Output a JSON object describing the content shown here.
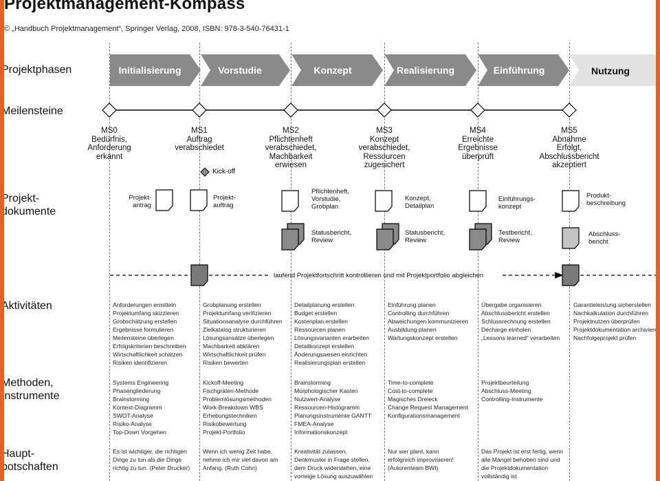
{
  "title": "Projektmanagement-Kompass",
  "source": "© „Handbuch Projektmanagement“, Springer Verlag, 2008, ISBN: 978-3-540-76431-1",
  "rows": {
    "phases": [
      "Projektphasen"
    ],
    "milestones": [
      "Meilensteine"
    ],
    "documents": [
      "Projekt-",
      "dokumente"
    ],
    "activities": [
      "Aktivitäten"
    ],
    "methods": [
      "Methoden,",
      "Instrumente"
    ],
    "messages": [
      "Haupt-",
      "botschaften"
    ]
  },
  "phases": [
    "Initialisierung",
    "Vorstudie",
    "Konzept",
    "Realisierung",
    "Einführung",
    "Nutzung"
  ],
  "milestones": [
    {
      "id": "MS0",
      "lines": [
        "Bedürfnis,",
        "Anforderung",
        "erkannt"
      ]
    },
    {
      "id": "MS1",
      "lines": [
        "Auftrag",
        "verabschiedet"
      ]
    },
    {
      "id": "MS2",
      "lines": [
        "Pflichtenheft",
        "verabschiedet,",
        "Machbarkeit",
        "erwiesen"
      ]
    },
    {
      "id": "MS3",
      "lines": [
        "Konzept",
        "verabschiedet,",
        "Ressourcen",
        "zugesichert"
      ]
    },
    {
      "id": "MS4",
      "lines": [
        "Erreichte",
        "Ergebnisse",
        "überprüft"
      ]
    },
    {
      "id": "MS5",
      "lines": [
        "Abnahme",
        "Erfolgt,",
        "Abschlussbericht",
        "akzeptiert"
      ]
    }
  ],
  "kickoff": "Kick-off",
  "documents": {
    "projektantrag": [
      "Projekt-",
      "antrag"
    ],
    "projektauftrag": [
      "Projekt-",
      "auftrag"
    ],
    "pflichtenheft": [
      "Pflichtenheft,",
      "Vorstudie,",
      "Grobplan"
    ],
    "konzept": [
      "Konzept,",
      "Detailplan"
    ],
    "einfuehrung": [
      "Einführungs-",
      "konzept"
    ],
    "produkt": [
      "Produkt-",
      "beschreibung"
    ],
    "status1": [
      "Statusbericht,",
      "Review"
    ],
    "status2": [
      "Statusbericht,",
      "Review"
    ],
    "testbericht": [
      "Testbericht,",
      "Review"
    ],
    "abschluss": [
      "Abschluss-",
      "bericht"
    ]
  },
  "controlling": "laufend Projektfortschritt kontrollieren und mit Projektportfolio abgleichen",
  "activities": [
    [
      "Anforderungen ermitteln",
      "Projektumfang skizzieren",
      "Grobschätzung erstellen",
      "Ergebnisse formulieren",
      "Meilensteine überlegen",
      "Erfolgskriterien beschreiben",
      "Wirtschaftlichkeit schätzen",
      "Risiken identifizieren"
    ],
    [
      "Grobplanung erstellen",
      "Projektumfang verifizieren",
      "Situationsanalyse durchführen",
      "Zielkatalog strukturieren",
      "Lösungsansätze überlegen",
      "Machbarkeit abklären",
      "Wirtschaftlichkeit prüfen",
      "Risiken bewerten"
    ],
    [
      "Detailplanung erstellen",
      "Budget erstellen",
      "Kostenplan erstellen",
      "Ressourcen planen",
      "Lösungsvarianten erarbeiten",
      "Detailkonzept erstellen",
      "Änderungswesen einrichten",
      "Realisierungsplan erstellen"
    ],
    [
      "Einführung planen",
      "Controlling durchführen",
      "Abweichungen kommunizieren",
      "Ausbildung planen",
      "Wartungskonzept erstellen"
    ],
    [
      "Übergabe organisieren",
      "Abschlussbericht erstellen",
      "Schlussrechnung erstellen",
      "Décharge einholen",
      "„Lessons learned“ verarbeiten"
    ],
    [
      "Garantieleistung sicherstellen",
      "Nachkalkulation durchführen",
      "Projektnutzen überprüfen",
      "Projektdokumentation archivieren",
      "Nachfolgeprojekt prüfen"
    ]
  ],
  "methods": [
    [
      "Systems Engineering",
      "Phasengliederung",
      "Brainstorming",
      "Kontext-Diagramm",
      "SWOT-Analyse",
      "Risiko-Analyse",
      "Top-Down Vorgehen"
    ],
    [
      "Kickoff-Meeting",
      "Fischgräten-Methode",
      "Problemlösungsmethoden",
      "Work-Breakdown WBS",
      "Erhebungstechniken",
      "Risikobewertung",
      "Projekt-Portfolio"
    ],
    [
      "Brainstorming",
      "Morphologischer Kasten",
      "Nutzwert-Analyse",
      "Ressourcen-Histogramm",
      "Planungsinstrumente GANTT",
      "FMEA-Analyse",
      "Informationskonzept"
    ],
    [
      "Time-to-complete",
      "Cost-to-complete",
      "Magisches Dreieck",
      "Change Request Management",
      "Konfigurationsmanagement"
    ],
    [
      "Projektbeurteilung",
      "Abschluss-Meeting",
      "Controlling-Instrumente"
    ]
  ],
  "messages": [
    [
      "Es ist wichtiger, die richtigen",
      "Dinge zu tun als die Dinge",
      "richtig zu tun. (Peter Drucker)"
    ],
    [
      "Wenn ich wenig Zeit habe,",
      "nehme ich mir viel davon am",
      "Anfang. (Ruth Cohn)"
    ],
    [
      "Kreativität zulassen,",
      "Denkmuster in Frage stellen,",
      "dem Druck widerstehen, eine",
      "vorreige Lösung auszuwählen"
    ],
    [
      "Nur wer plant, kann",
      "erfolgreich improvisieren!",
      "(Autorenteam BWI)"
    ],
    [
      "Das Projekt ist erst fertig, wenn",
      "alle Mängel behoben sind und",
      "die Projektdokumentation",
      "vollständig ist"
    ]
  ],
  "colors": {
    "frame": "#e8611f",
    "phase": "#8a8a8a",
    "phase_last": "#e2e2e2",
    "doc_dark": "#7a7a7a",
    "doc_mid": "#c4c4c4"
  }
}
